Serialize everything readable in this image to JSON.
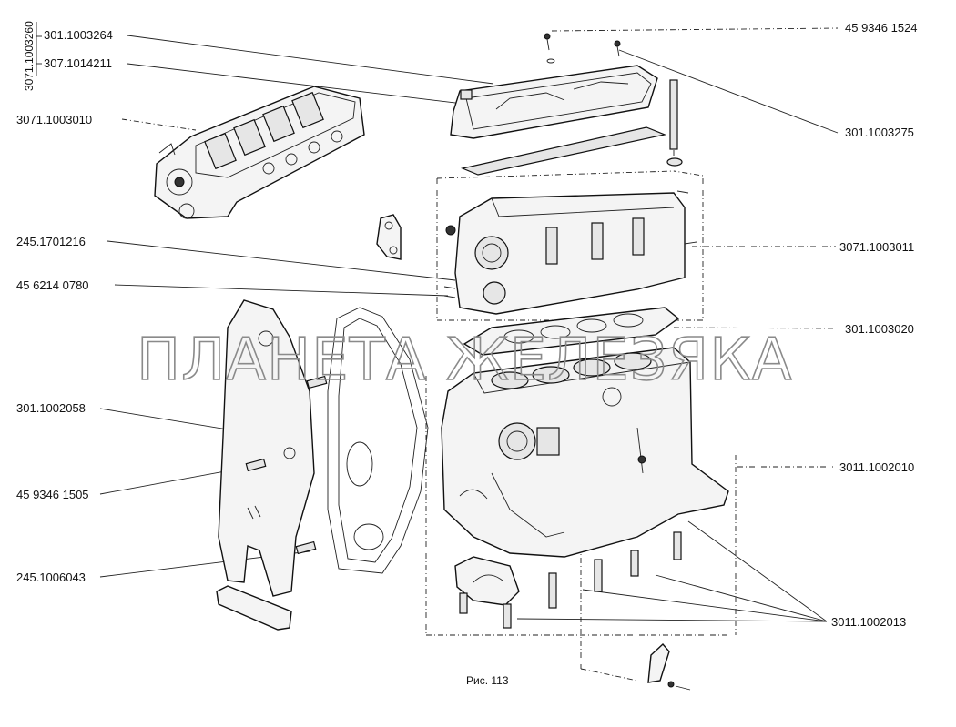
{
  "labels": {
    "group_vertical": "3071.1003260",
    "head_cover": "301.1003264",
    "cover_seal": "307.1014211",
    "head_assembly": "3071.1003010",
    "screw_top_right": "45 9346 1524",
    "stud_right": "301.1003275",
    "bracket": "245.1701216",
    "stud_left": "45 6214 0780",
    "cylinder_head": "3071.1003011",
    "head_gasket": "301.1003020",
    "timing_cover": "301.1002058",
    "block": "3011.1002010",
    "screw_left": "45 9346 1505",
    "gasket_lower": "245.1006043",
    "bearing_caps": "3011.1002013"
  },
  "caption": "Рис. 113",
  "watermark": "ПЛАНЕТА ЖЕЛЕЗЯКА"
}
